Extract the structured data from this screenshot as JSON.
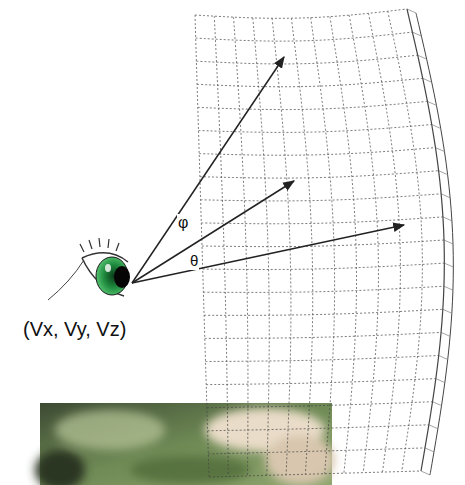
{
  "diagram": {
    "labels": [
      "φ",
      "θ",
      "(Vx, Vy, Vz)"
    ]
  }
}
